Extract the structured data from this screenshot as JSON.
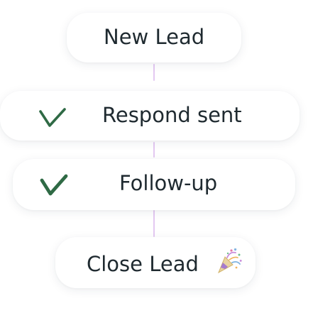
{
  "steps": [
    {
      "label": "New Lead",
      "checked": false
    },
    {
      "label": "Respond sent",
      "checked": true
    },
    {
      "label": "Follow-up",
      "checked": true
    },
    {
      "label": "Close Lead",
      "checked": false,
      "icon": "party-popper-icon"
    }
  ],
  "colors": {
    "check": "#2f6a45",
    "connector": "#e4c9f2",
    "text": "#1f2a30"
  }
}
